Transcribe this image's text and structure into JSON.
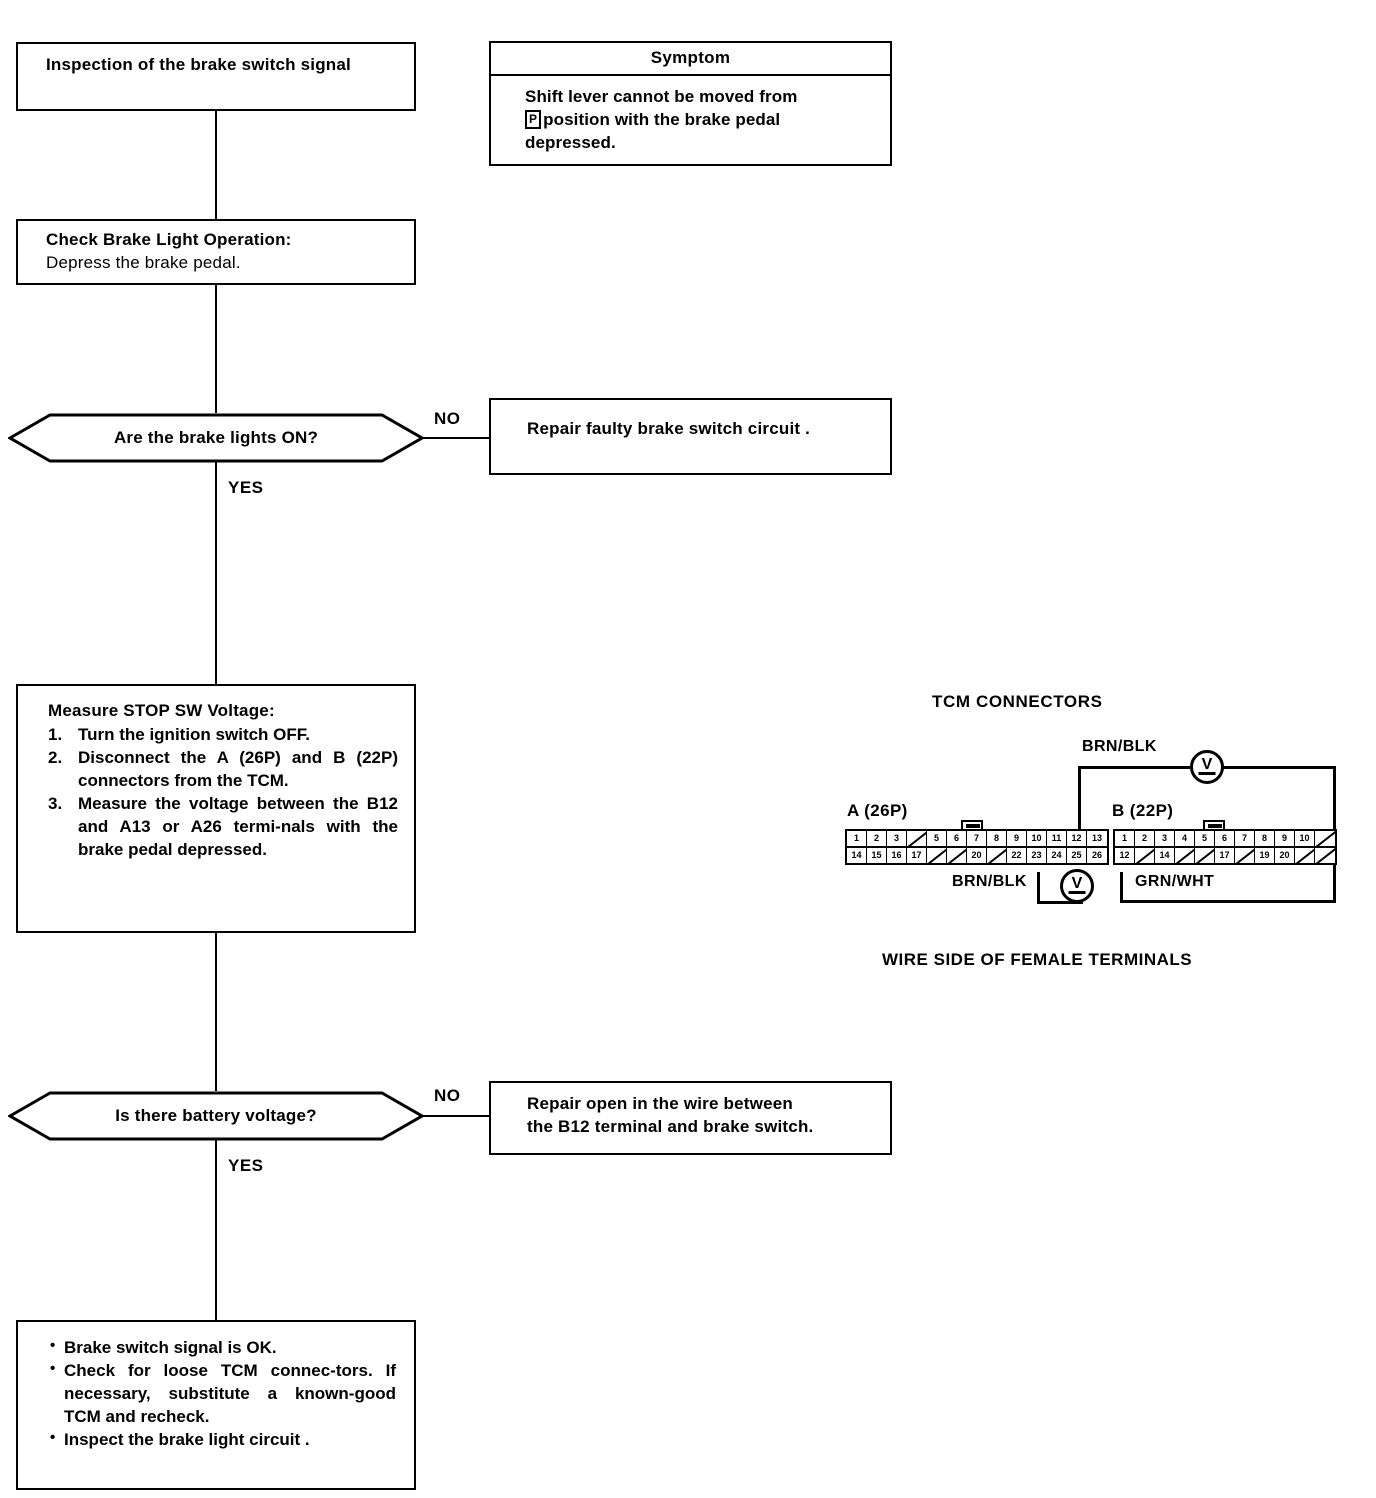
{
  "title": "Inspection of the brake switch signal",
  "flow": {
    "start_box": {
      "text": "Inspection of the brake switch signal"
    },
    "symptom": {
      "header": "Symptom",
      "line1": "Shift lever cannot be moved from",
      "p_glyph": "P",
      "line2": "position with the brake pedal",
      "line3": "depressed."
    },
    "check_box": {
      "heading": "Check Brake Light Operation:",
      "body": "Depress the brake pedal."
    },
    "decision1": {
      "text": "Are the brake lights ON?",
      "no_label": "NO",
      "yes_label": "YES"
    },
    "repair1": {
      "text": "Repair faulty brake switch circuit ."
    },
    "measure_box": {
      "heading": "Measure STOP SW Voltage:",
      "items": [
        {
          "num": "1.",
          "text": "Turn the ignition switch OFF."
        },
        {
          "num": "2.",
          "text": "Disconnect the A (26P) and B (22P) connectors from the TCM."
        },
        {
          "num": "3.",
          "text": "Measure the voltage between the B12 and A13 or A26 termi-nals with the brake pedal depressed."
        }
      ]
    },
    "decision2": {
      "text": "Is there battery voltage?",
      "no_label": "NO",
      "yes_label": "YES"
    },
    "repair2": {
      "line1": "Repair open in the wire between",
      "line2": "the B12 terminal and brake switch."
    },
    "conclusion": {
      "bullets": [
        "Brake switch signal is OK.",
        "Check for loose TCM connec-tors. If necessary, substitute a known-good TCM and recheck.",
        "Inspect the brake light circuit ."
      ]
    }
  },
  "diagram": {
    "title": "TCM CONNECTORS",
    "caption": "WIRE SIDE OF FEMALE TERMINALS",
    "connector_a": {
      "label": "A (26P)",
      "row_top": [
        "1",
        "2",
        "3",
        "",
        "5",
        "6",
        "7",
        "8",
        "9",
        "10",
        "11",
        "12",
        "13"
      ],
      "row_bottom": [
        "14",
        "15",
        "16",
        "17",
        "",
        "",
        "20",
        "",
        "22",
        "23",
        "24",
        "25",
        "26"
      ]
    },
    "connector_b": {
      "label": "B (22P)",
      "row_top": [
        "1",
        "2",
        "3",
        "4",
        "5",
        "6",
        "7",
        "8",
        "9",
        "10",
        ""
      ],
      "row_bottom": [
        "12",
        "",
        "14",
        "",
        "",
        "17",
        "",
        "19",
        "20",
        "",
        ""
      ]
    },
    "wire_top_label": "BRN/BLK",
    "wire_left_label": "BRN/BLK",
    "wire_right_label": "GRN/WHT",
    "voltmeter_glyph": "V"
  }
}
